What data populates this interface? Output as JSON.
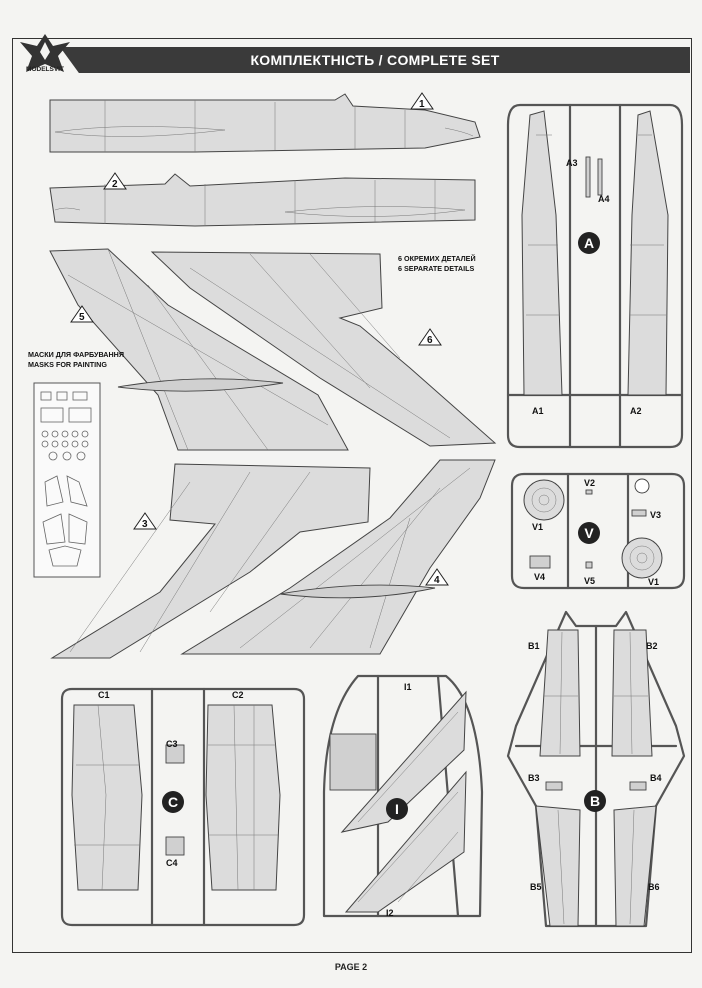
{
  "header": {
    "title": "КОМПЛЕКТНІСТЬ / COMPLETE SET",
    "brand": "MODELSVIT"
  },
  "notes": {
    "separate_ua": "6 ОКРЕМИХ ДЕТАЛЕЙ",
    "separate_en": "6 SEPARATE DETAILS",
    "masks_ua": "МАСКИ ДЛЯ ФАРБУВАННЯ",
    "masks_en": "MASKS FOR PAINTING"
  },
  "separate_parts": [
    "1",
    "2",
    "3",
    "4",
    "5",
    "6"
  ],
  "sprues": {
    "A": {
      "letter": "A",
      "parts": [
        "A1",
        "A2",
        "A3",
        "A4"
      ]
    },
    "V": {
      "letter": "V",
      "parts": [
        "V1",
        "V2",
        "V3",
        "V4",
        "V5",
        "V1"
      ]
    },
    "C": {
      "letter": "C",
      "parts": [
        "C1",
        "C2",
        "C3",
        "C4"
      ]
    },
    "I": {
      "letter": "I",
      "parts": [
        "I1",
        "I2"
      ]
    },
    "B": {
      "letter": "B",
      "parts": [
        "B1",
        "B2",
        "B3",
        "B4",
        "B5",
        "B6"
      ]
    }
  },
  "footer": {
    "page": "PAGE 2"
  }
}
